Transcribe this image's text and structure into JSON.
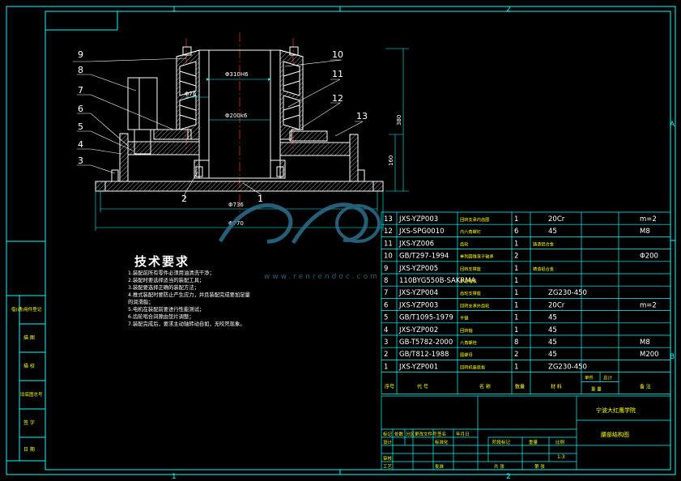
{
  "sheet": {
    "zone_top": [
      "1",
      "2"
    ],
    "zone_side": [
      "A",
      "B"
    ],
    "zone_bottom": [
      "1",
      "2"
    ],
    "colors": {
      "frame": "#ffffff",
      "line": "#ffffff",
      "dim": "#00ffff",
      "table": "#00ffff",
      "text": "#ffff00",
      "center": "#ff3030",
      "watermark": "#2e6f8c"
    }
  },
  "side_strip": [
    "借(通)用件登记",
    "描 图",
    "描 校",
    "旧底图总号",
    "签 字",
    "日 期"
  ],
  "balloons": [
    {
      "label": "1",
      "side": "bottom"
    },
    {
      "label": "2",
      "side": "bottom"
    },
    {
      "label": "3",
      "side": "left"
    },
    {
      "label": "4",
      "side": "left"
    },
    {
      "label": "5",
      "side": "left"
    },
    {
      "label": "6",
      "side": "left"
    },
    {
      "label": "7",
      "side": "left"
    },
    {
      "label": "8",
      "side": "left"
    },
    {
      "label": "9",
      "side": "left"
    },
    {
      "label": "10",
      "side": "right"
    },
    {
      "label": "11",
      "side": "right"
    },
    {
      "label": "12",
      "side": "right"
    },
    {
      "label": "13",
      "side": "right"
    }
  ],
  "dimensions": {
    "bore_top": "Φ310H6",
    "inner": "Φ76",
    "bore_mid": "Φ200k6",
    "height_total": "380",
    "height_base": "160",
    "base_width": "Φ736",
    "overall_width": "Φ770"
  },
  "watermark": {
    "text": "www.renrendoc.com"
  },
  "tech_requirements": {
    "title": "技术要求",
    "lines": [
      "1.装配前所有零件必须用油清洗干净；",
      "2.装配时要选择适当的装配工具；",
      "3.装配要选择正确的装配方法；",
      "4.推式装配时要防止产生应力，并且装配完成要加足量",
      "  的润滑脂；",
      "5.电机在装配前要进行性能测试；",
      "6.齿轮啮合间隙由垫片调整；",
      "7.装配完成后，要求主动轴转动自如，无咬死现象。"
    ]
  },
  "bom": {
    "rows": [
      {
        "no": "13",
        "code": "JXS-YZP003",
        "name": "回转支承内齿圈",
        "qty": "1",
        "material": "20Cr",
        "note": "m=2"
      },
      {
        "no": "12",
        "code": "JXS-SPG0010",
        "name": "内六角螺钉",
        "qty": "6",
        "material": "45",
        "note": "M8"
      },
      {
        "no": "11",
        "code": "JXS-YZ006",
        "name": "齿轮",
        "qty": "1",
        "material": "铸造铝合金",
        "note": ""
      },
      {
        "no": "10",
        "code": "GB/T297-1994",
        "name": "单列圆锥滚子轴承",
        "qty": "2",
        "material": "",
        "note": "Φ200"
      },
      {
        "no": "9",
        "code": "JXS-YZP005",
        "name": "回转支撑座",
        "qty": "1",
        "material": "铸造铝合金",
        "note": ""
      },
      {
        "no": "8",
        "code": "110BYG550B-SAKRMA",
        "name": "步进电机",
        "qty": "1",
        "material": "",
        "note": ""
      },
      {
        "no": "7",
        "code": "JXS-YZP004",
        "name": "齿轮支撑座",
        "qty": "1",
        "material": "ZG230-450",
        "note": ""
      },
      {
        "no": "6",
        "code": "JXS-YZP003",
        "name": "回转支承外齿轮",
        "qty": "1",
        "material": "20Cr",
        "note": "m=2"
      },
      {
        "no": "5",
        "code": "GB/T1095-1979",
        "name": "平键",
        "qty": "1",
        "material": "45",
        "note": ""
      },
      {
        "no": "4",
        "code": "JXS-YZP002",
        "name": "回转轴",
        "qty": "1",
        "material": "45",
        "note": ""
      },
      {
        "no": "3",
        "code": "GB-T5782-2000",
        "name": "六角螺栓",
        "qty": "8",
        "material": "45",
        "note": "M8"
      },
      {
        "no": "2",
        "code": "GB/T812-1988",
        "name": "圆螺母",
        "qty": "2",
        "material": "45",
        "note": "M200"
      },
      {
        "no": "1",
        "code": "JXS-YZP001",
        "name": "回转机座底板",
        "qty": "1",
        "material": "ZG230-450",
        "note": ""
      }
    ],
    "header": {
      "no": "序号",
      "code": "代 号",
      "name": "名 称",
      "qty": "数量",
      "material": "材 料",
      "weight_single": "单件",
      "weight_total": "总计",
      "weight": "重 量",
      "note": "备 注"
    }
  },
  "title_block": {
    "school": "宁波大红鹰学院",
    "drawing_name": "腰部结构图",
    "labels": {
      "mark": "标记",
      "count": "处数",
      "zone": "分区",
      "change_doc": "更改文件号",
      "signature": "签名",
      "date": "年月日",
      "design": "设计",
      "standardize": "标准化",
      "stage_mark": "阶段标记",
      "weight": "重量",
      "scale": "比例",
      "review": "审核",
      "process": "工艺",
      "approve": "批准",
      "total_sheets": "共 张",
      "sheet_no": "第 张"
    },
    "scale_value": "1:3"
  }
}
